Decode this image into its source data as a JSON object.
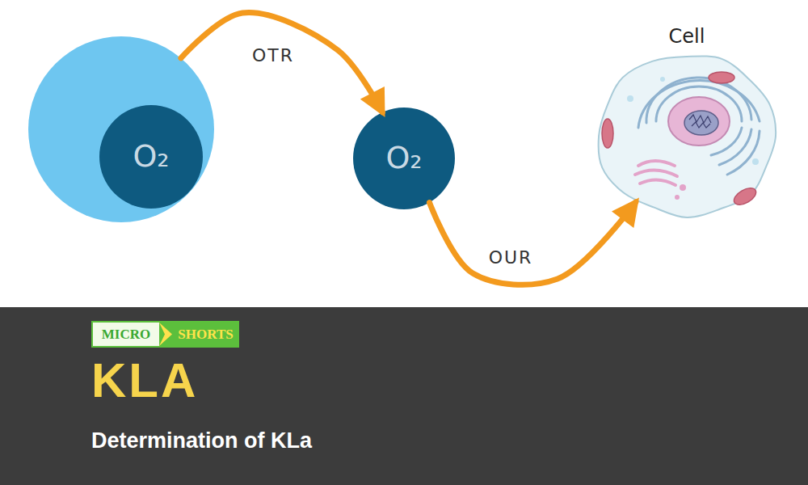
{
  "diagram": {
    "title": "KLA",
    "caption": "Determination of KLa",
    "nodes": [
      {
        "text": []
      },
      {
        "text": [
          "O₂"
        ],
        "in": 0
      },
      {
        "text": [
          "O₂"
        ]
      },
      {
        "text": [
          "Cell"
        ]
      }
    ],
    "edges": [
      {
        "from": 0,
        "to": 2,
        "arrow": "to",
        "label": "OTR"
      },
      {
        "from": 2,
        "to": 3,
        "arrow": "to",
        "label": "OUR"
      }
    ],
    "labels": [
      "MICRO",
      "SHORTS"
    ]
  }
}
